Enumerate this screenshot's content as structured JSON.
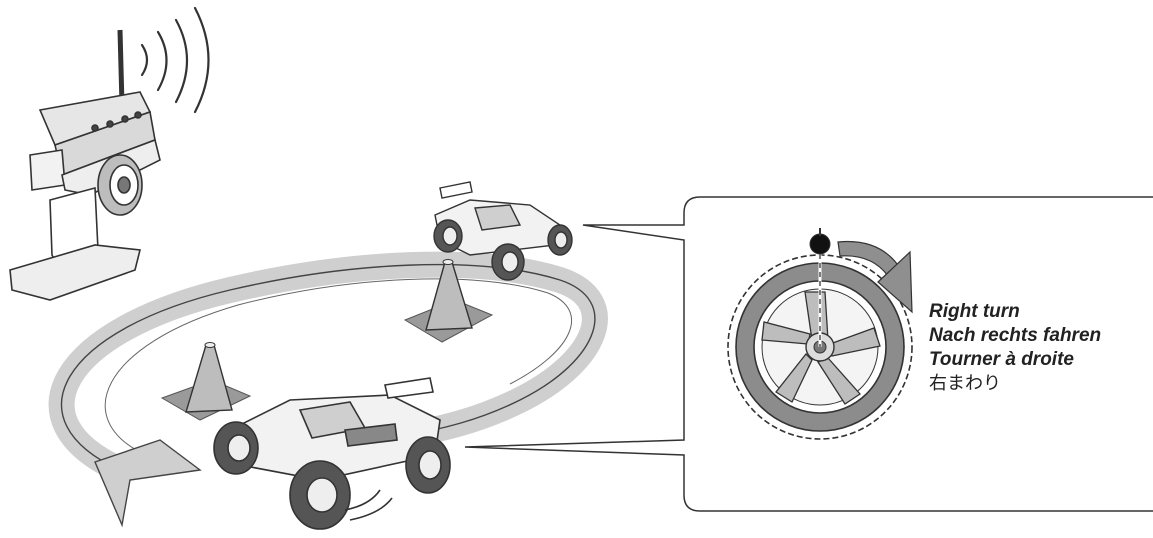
{
  "caption": {
    "en": "Right turn",
    "de": "Nach rechts fahren",
    "fr": "Tourner à droite",
    "ja": "右まわり"
  },
  "icons": [
    "transmitter-icon",
    "radio-waves-icon",
    "rc-truck-icon",
    "traffic-cone-icon",
    "wheel-icon",
    "rotation-arrow-icon"
  ],
  "colors": {
    "line": "#333333",
    "track": "#c9c9c9",
    "cone": "#aaaaaa",
    "shadow": "#9a9a9a"
  }
}
